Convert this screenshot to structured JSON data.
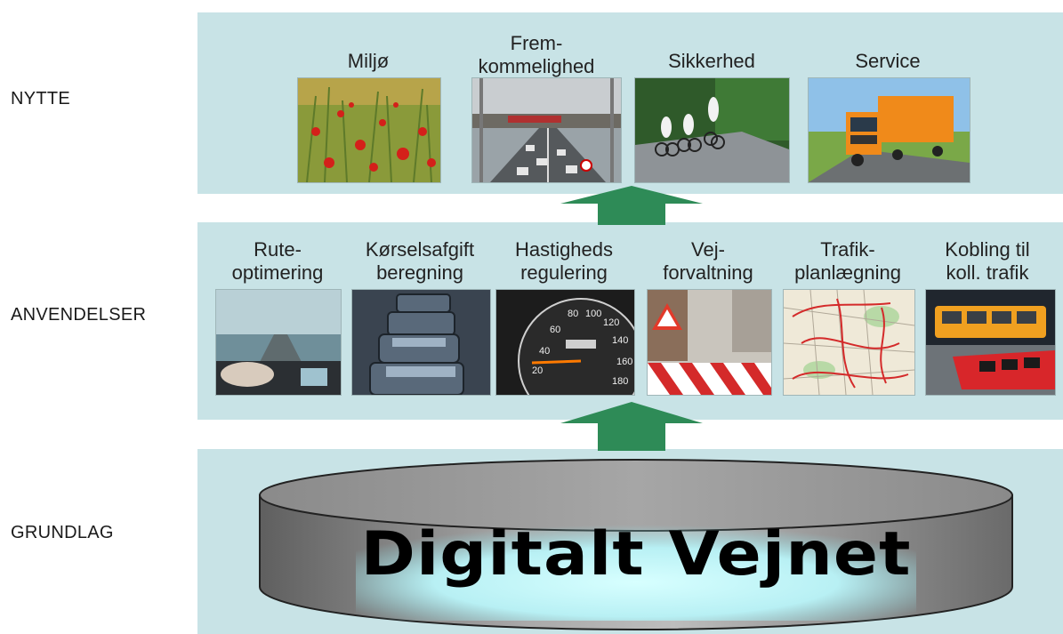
{
  "rows": {
    "nytte": "NYTTE",
    "anvendelser": "ANVENDELSER",
    "grundlag": "GRUNDLAG"
  },
  "nytte_items": [
    {
      "l1": "Miljø",
      "l2": ""
    },
    {
      "l1": "Frem-",
      "l2": "kommelighed"
    },
    {
      "l1": "Sikkerhed",
      "l2": ""
    },
    {
      "l1": "Service",
      "l2": ""
    }
  ],
  "anvendelser_items": [
    {
      "l1": "Rute-",
      "l2": "optimering"
    },
    {
      "l1": "Kørselsafgift",
      "l2": "beregning"
    },
    {
      "l1": "Hastigheds",
      "l2": "regulering"
    },
    {
      "l1": "Vej-",
      "l2": "forvaltning"
    },
    {
      "l1": "Trafik-",
      "l2": "planlægning"
    },
    {
      "l1": "Kobling til",
      "l2": "koll. trafik"
    }
  ],
  "database": {
    "label": "Digitalt Vejnet"
  },
  "colors": {
    "band": "#c8e3e6",
    "arrow": "#2e8b57",
    "cylinder": "#8c8c8c"
  }
}
